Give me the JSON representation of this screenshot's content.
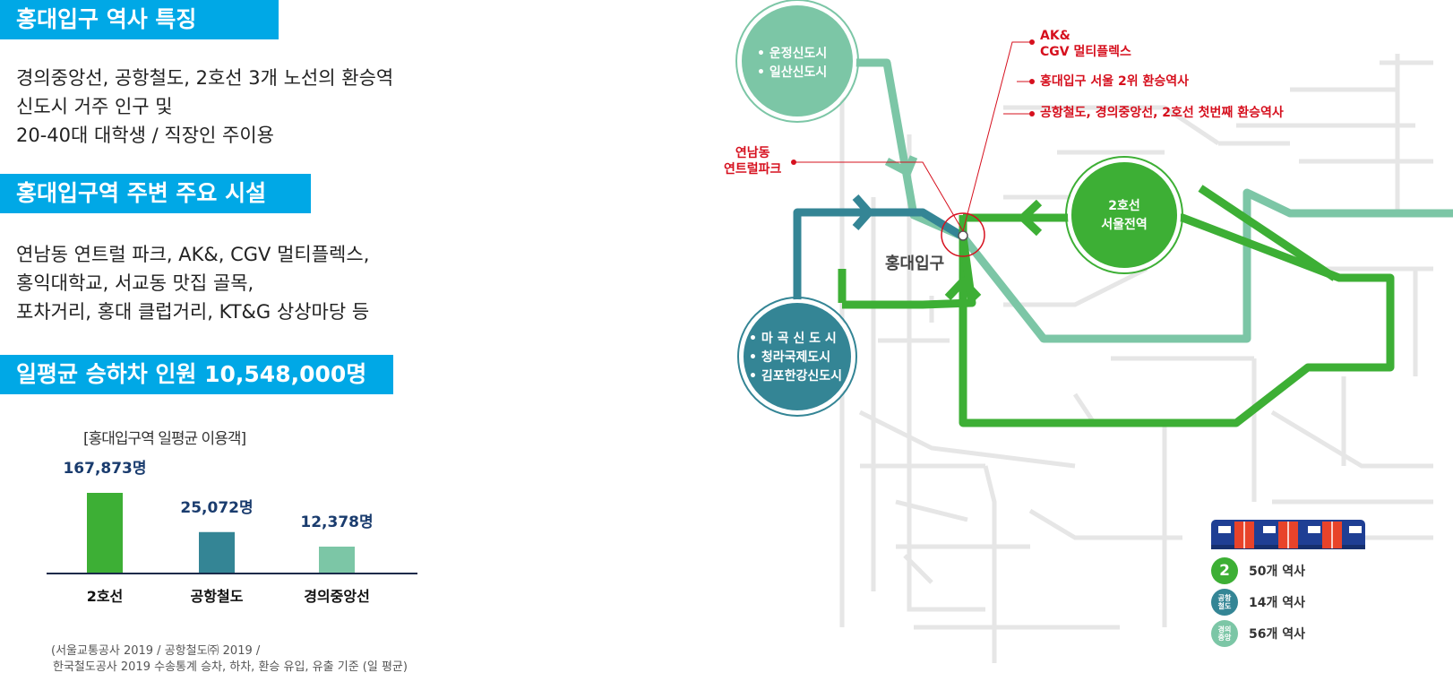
{
  "section1": {
    "title": "홍대입구 역사 특징",
    "lines": [
      "경의중앙선, 공항철도, 2호선 3개 노선의 환승역",
      "신도시 거주 인구 및",
      "20-40대 대학생 / 직장인 주이용"
    ]
  },
  "section2": {
    "title": "홍대입구역 주변 주요 시설",
    "lines": [
      "연남동 연트럴 파크, AK&, CGV 멀티플렉스,",
      "홍익대학교, 서교동 맛집 골목,",
      "포차거리, 홍대 클럽거리, KT&G 상상마당 등"
    ]
  },
  "section3": {
    "title": "일평균 승하차 인원 10,548,000명"
  },
  "chart_caption": "[홍대입구역 일평균 이용객]",
  "chart_data": {
    "type": "bar",
    "title": "[홍대입구역 일평균 이용객]",
    "categories": [
      "2호선",
      "공항철도",
      "경의중앙선"
    ],
    "values": [
      167873,
      25072,
      12378
    ],
    "value_labels": [
      "167,873명",
      "25,072명",
      "12,378명"
    ],
    "colors": [
      "#3daf35",
      "#348595",
      "#7cc6a6"
    ],
    "xlabel": "",
    "ylabel": ""
  },
  "source_note": [
    "(서울교통공사 2019 / 공항철도㈜ 2019 /",
    "한국철도공사 2019 수송통계 승차, 하차, 환승 유입, 유출 기준 (일 평균)"
  ],
  "map": {
    "station_name": "홍대입구",
    "circle_top": [
      "• 운정신도시",
      "• 일산신도시"
    ],
    "circle_bottom": [
      "• 마 곡 신 도 시",
      "• 청라국제도시",
      "• 김포한강신도시"
    ],
    "circle_right": [
      "2호선",
      "서울전역"
    ],
    "annotation_yeonnam": [
      "연남동",
      "연트럴파크"
    ],
    "annotation_ak": [
      "AK&",
      "CGV 멀티플렉스"
    ],
    "annotation_rank": "홍대입구 서울 2위 환승역사",
    "annotation_first": "공항철도, 경의중앙선, 2호선 첫번째 환승역사",
    "colors": {
      "line2": "#3daf35",
      "airport": "#348595",
      "gyeongui": "#7cc6a6",
      "accent_red": "#d6101e",
      "train_blue": "#1f3f94"
    }
  },
  "legend": [
    {
      "badge": "2",
      "text": "50개 역사",
      "color": "#3daf35",
      "icon": "line2-badge"
    },
    {
      "badge": "공항 철도",
      "text": "14개 역사",
      "color": "#348595",
      "icon": "airport-badge"
    },
    {
      "badge": "경의 중앙",
      "text": "56개 역사",
      "color": "#7cc6a6",
      "icon": "gyeongui-badge"
    }
  ]
}
